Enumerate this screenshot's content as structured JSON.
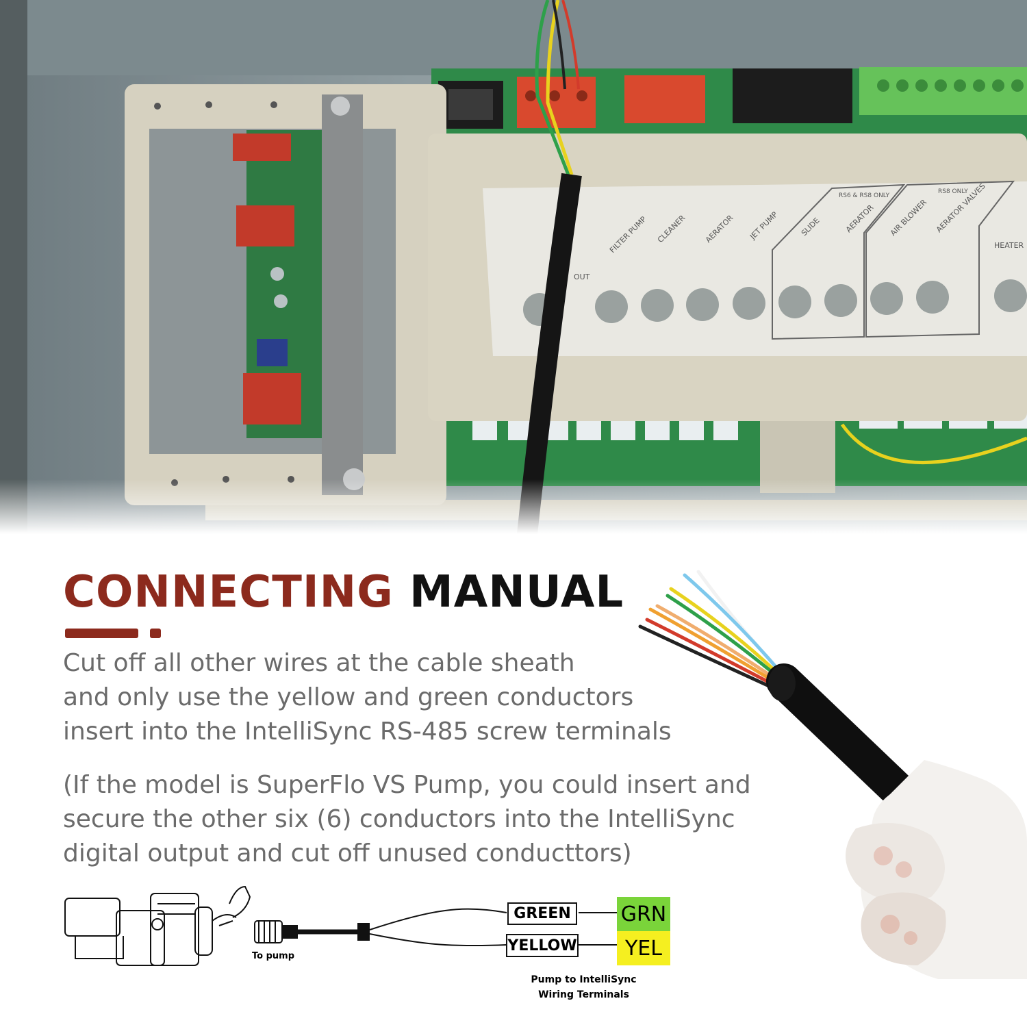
{
  "heading": {
    "word1": "CONNECTING",
    "word2": "MANUAL"
  },
  "paragraph1": [
    "Cut off all other wires at the cable sheath",
    "and only use the yellow and green conductors",
    "insert into the IntelliSync RS-485 screw terminals"
  ],
  "paragraph2": [
    "(If the model is SuperFlo VS Pump, you could insert and",
    "secure the other six (6) conductors into the IntelliSync",
    "digital output and cut off unused conducttors)"
  ],
  "panel_labels": {
    "filter_pump": "FILTER PUMP",
    "cleaner": "CLEANER",
    "aerator": "AERATOR",
    "jet_pump": "JET PUMP",
    "slide": "SLIDE",
    "aerator2": "AERATOR",
    "air_blower": "AIR BLOWER",
    "aerator_valves": "AERATOR VALVES",
    "heater": "HEATER",
    "group1": "RS6 & RS8 ONLY",
    "group2": "RS8 ONLY",
    "out": "OUT"
  },
  "wiring": {
    "to_pump": "To pump",
    "green": "GREEN",
    "yellow": "YELLOW",
    "grn": "GRN",
    "yel": "YEL",
    "caption_line1": "Pump to IntelliSync",
    "caption_line2": "Wiring Terminals"
  },
  "colors": {
    "accent": "#8c2a1d",
    "grn_terminal": "#7ad43a",
    "yel_terminal": "#f5ef20",
    "body_text": "#6b6b6b"
  }
}
